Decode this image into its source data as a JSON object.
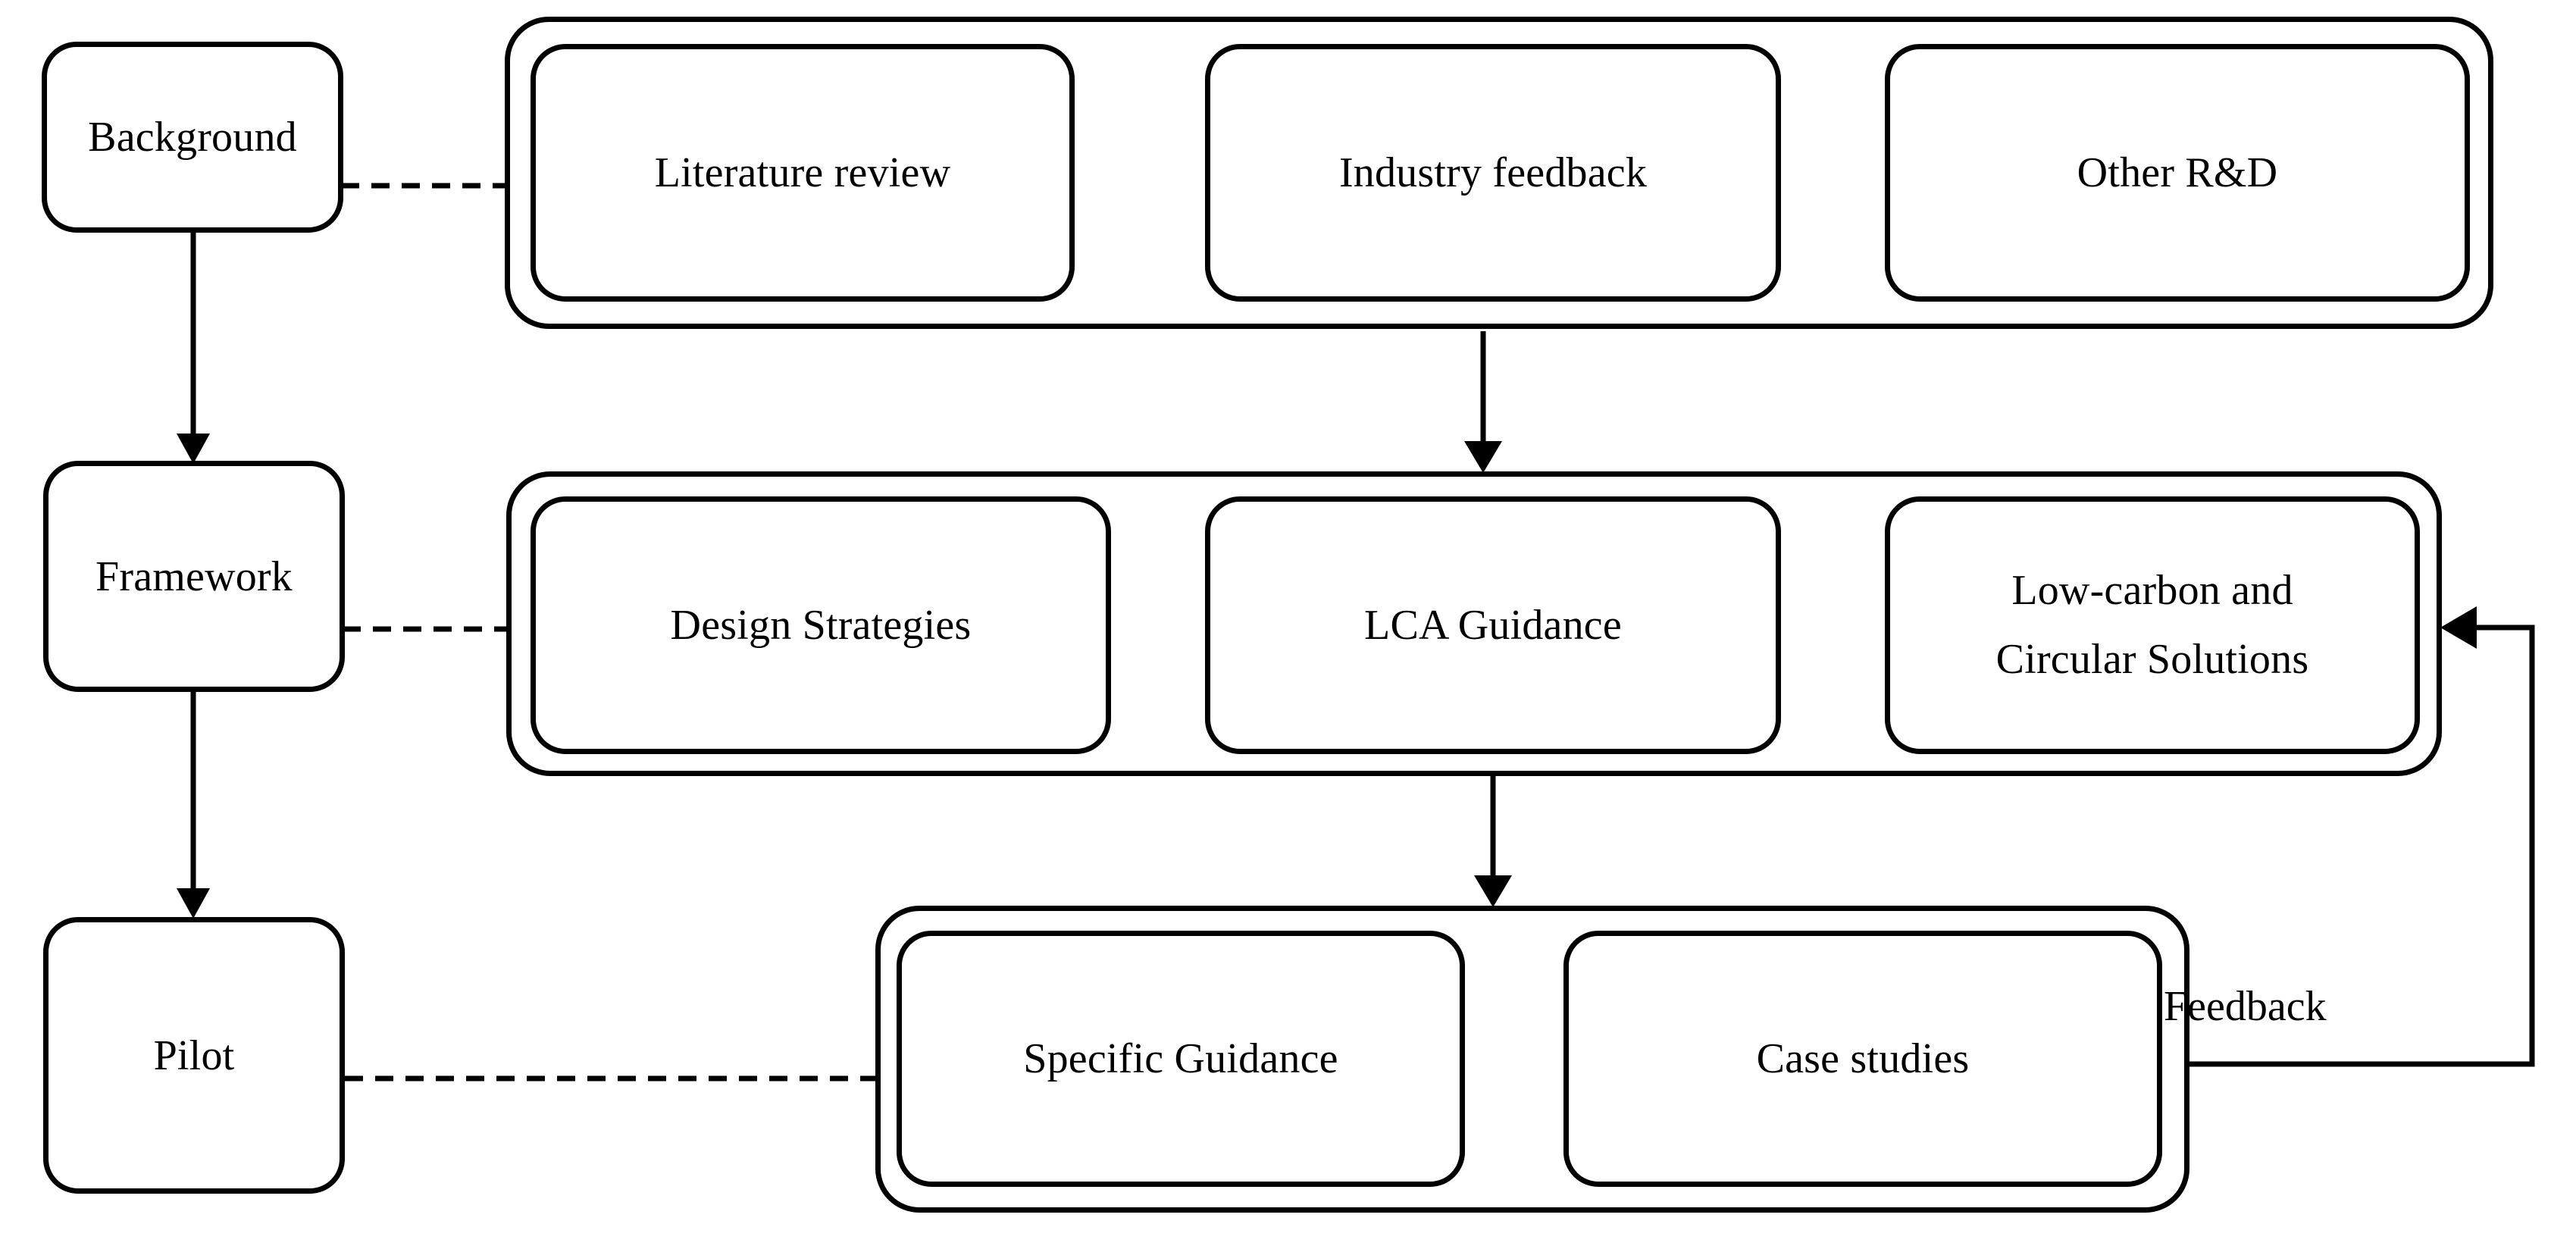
{
  "diagram": {
    "title": "Research framework flowchart",
    "stroke_color": "#000000",
    "background_color": "#ffffff",
    "stages": [
      {
        "id": "background",
        "label": "Background"
      },
      {
        "id": "framework",
        "label": "Framework"
      },
      {
        "id": "pilot",
        "label": "Pilot"
      }
    ],
    "rows": [
      {
        "id": "background-row",
        "stage": "Background",
        "items": [
          {
            "id": "literature-review",
            "label": "Literature review"
          },
          {
            "id": "industry-feedback",
            "label": "Industry feedback"
          },
          {
            "id": "other-rnd",
            "label": "Other R&D"
          }
        ]
      },
      {
        "id": "framework-row",
        "stage": "Framework",
        "items": [
          {
            "id": "design-strategies",
            "label": "Design Strategies"
          },
          {
            "id": "lca-guidance",
            "label": "LCA Guidance"
          },
          {
            "id": "low-carbon-circular-solutions",
            "label": "Low-carbon and\nCircular Solutions"
          }
        ]
      },
      {
        "id": "pilot-row",
        "stage": "Pilot",
        "items": [
          {
            "id": "specific-guidance",
            "label": "Specific Guidance"
          },
          {
            "id": "case-studies",
            "label": "Case studies"
          }
        ]
      }
    ],
    "connectors": [
      {
        "id": "background-to-framework",
        "type": "arrow",
        "style": "solid",
        "from": "Background",
        "to": "Framework",
        "label": ""
      },
      {
        "id": "framework-to-pilot",
        "type": "arrow",
        "style": "solid",
        "from": "Framework",
        "to": "Pilot",
        "label": ""
      },
      {
        "id": "background-row-to-framework-row",
        "type": "arrow",
        "style": "solid",
        "from": "Background group",
        "to": "Framework group",
        "label": ""
      },
      {
        "id": "framework-row-to-pilot-row",
        "type": "arrow",
        "style": "solid",
        "from": "Framework group",
        "to": "Pilot group",
        "label": ""
      },
      {
        "id": "specific-guidance-to-case-studies",
        "type": "arrow",
        "style": "solid",
        "from": "Specific Guidance",
        "to": "Case studies",
        "label": ""
      },
      {
        "id": "background-link",
        "type": "link",
        "style": "dashed",
        "from": "Background",
        "to": "Background group",
        "label": ""
      },
      {
        "id": "framework-link",
        "type": "link",
        "style": "dashed",
        "from": "Framework",
        "to": "Framework group",
        "label": ""
      },
      {
        "id": "pilot-link",
        "type": "link",
        "style": "dashed",
        "from": "Pilot",
        "to": "Pilot group",
        "label": ""
      },
      {
        "id": "feedback-loop",
        "type": "arrow",
        "style": "solid",
        "from": "Case studies",
        "to": "Low-carbon and Circular Solutions",
        "label": "Feedback"
      }
    ],
    "edge_labels": {
      "feedback": "Feedback"
    }
  }
}
